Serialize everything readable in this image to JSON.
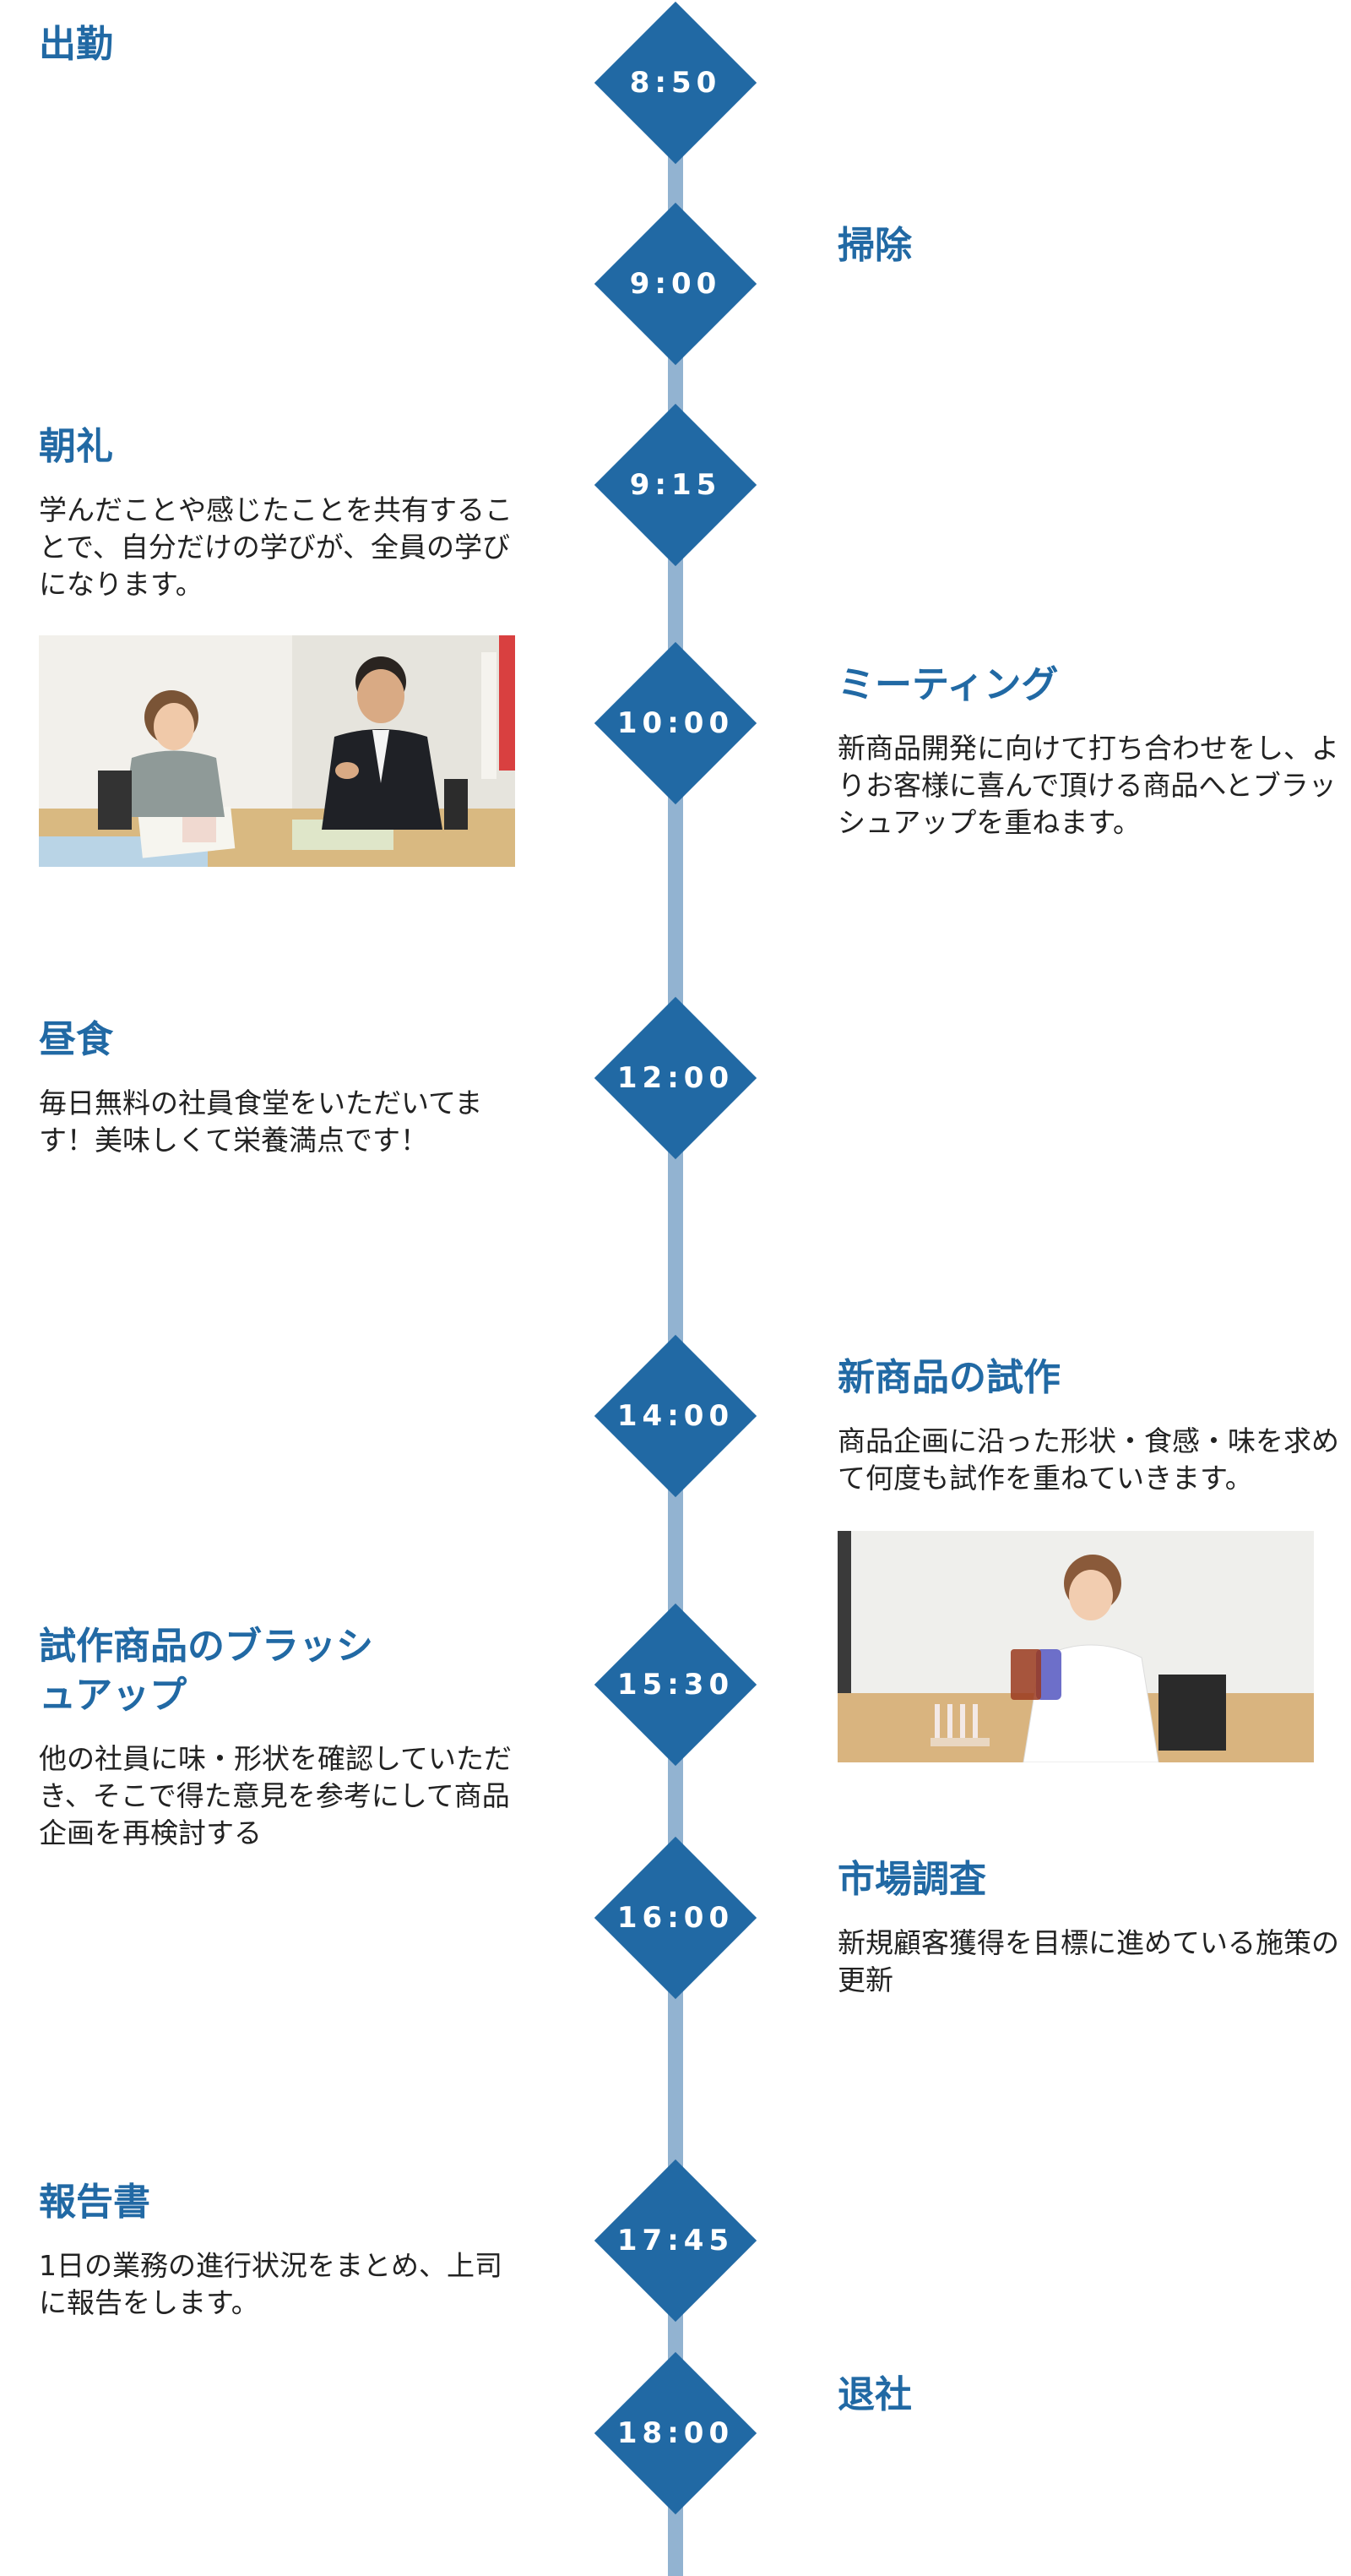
{
  "timeline": [
    {
      "time": "8:50",
      "title": "出勤",
      "desc": ""
    },
    {
      "time": "9:00",
      "title": "掃除",
      "desc": ""
    },
    {
      "time": "9:15",
      "title": "朝礼",
      "desc": "学んだことや感じたことを共有することで、自分だけの学びが、全員の学びになります。"
    },
    {
      "time": "10:00",
      "title": "ミーティング",
      "desc": "新商品開発に向けて打ち合わせをし、よりお客様に喜んで頂ける商品へとブラッシュアップを重ねます。"
    },
    {
      "time": "12:00",
      "title": "昼食",
      "desc": "毎日無料の社員食堂をいただいてます！美味しくて栄養満点です！"
    },
    {
      "time": "14:00",
      "title": "新商品の試作",
      "desc": "商品企画に沿った形状・食感・味を求めて何度も試作を重ねていきます。"
    },
    {
      "time": "15:30",
      "title": "試作商品のブラッシュアップ",
      "desc": "他の社員に味・形状を確認していただき、そこで得た意見を参考にして商品企画を再検討する"
    },
    {
      "time": "16:00",
      "title": "市場調査",
      "desc": "新規顧客獲得を目標に進めている施策の更新"
    },
    {
      "time": "17:45",
      "title": "報告書",
      "desc": "1日の業務の進行状況をまとめ、上司に報告をします。"
    },
    {
      "time": "18:00",
      "title": "退社",
      "desc": ""
    }
  ],
  "colors": {
    "accent": "#2169a4",
    "line": "#92b3d1",
    "text": "#222222"
  }
}
